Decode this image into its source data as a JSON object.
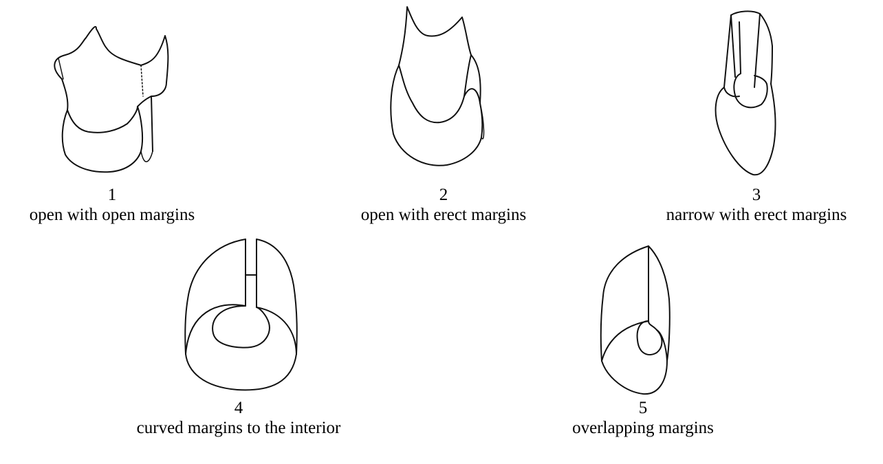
{
  "figures": [
    {
      "number": "1",
      "caption": "open with open margins"
    },
    {
      "number": "2",
      "caption": "open with erect margins"
    },
    {
      "number": "3",
      "caption": "narrow with erect margins"
    },
    {
      "number": "4",
      "caption": "curved margins to the interior"
    },
    {
      "number": "5",
      "caption": "overlapping margins"
    }
  ]
}
